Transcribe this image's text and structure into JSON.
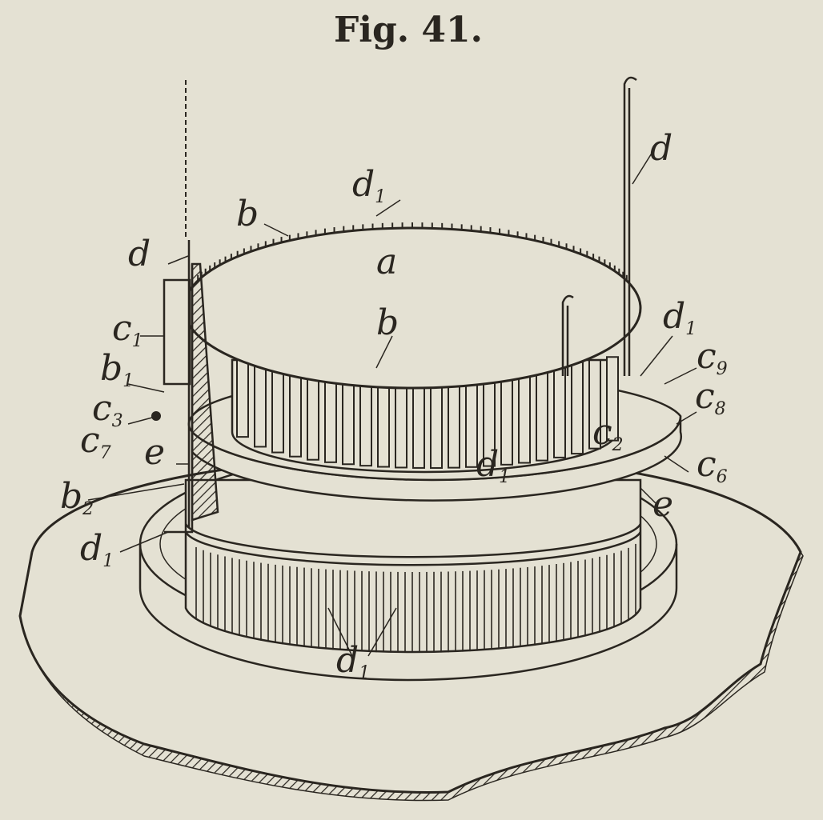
{
  "figure": {
    "title": "Fig. 41.",
    "colors": {
      "paper": "#e4e1d3",
      "ink": "#2a2620"
    },
    "labels": [
      {
        "main": "d",
        "sub": ""
      },
      {
        "main": "d",
        "sub": "1"
      },
      {
        "main": "b",
        "sub": ""
      },
      {
        "main": "d",
        "sub": ""
      },
      {
        "main": "a",
        "sub": ""
      },
      {
        "main": "b",
        "sub": ""
      },
      {
        "main": "d",
        "sub": "1"
      },
      {
        "main": "c",
        "sub": "1"
      },
      {
        "main": "c",
        "sub": "9"
      },
      {
        "main": "b",
        "sub": "1"
      },
      {
        "main": "c",
        "sub": "8"
      },
      {
        "main": "c",
        "sub": "3"
      },
      {
        "main": "c",
        "sub": "2"
      },
      {
        "main": "c",
        "sub": "7"
      },
      {
        "main": "e",
        "sub": ""
      },
      {
        "main": "d",
        "sub": "1"
      },
      {
        "main": "c",
        "sub": "6"
      },
      {
        "main": "b",
        "sub": "2"
      },
      {
        "main": "e",
        "sub": ""
      },
      {
        "main": "d",
        "sub": "1"
      },
      {
        "main": "d",
        "sub": "1"
      }
    ]
  }
}
